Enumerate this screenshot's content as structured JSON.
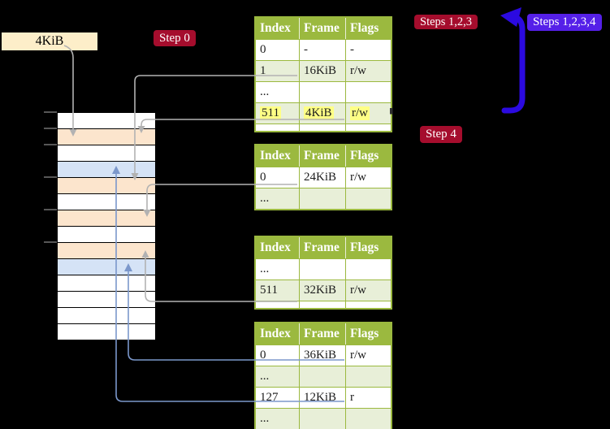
{
  "frame_label": {
    "text": "4KiB"
  },
  "step_labels": {
    "step0": "Step 0",
    "steps123": "Steps 1,2,3",
    "steps1234": "Steps 1,2,3,4",
    "step4": "Step 4"
  },
  "colors": {
    "badge_red": "#a50d2d",
    "badge_blue": "#5520e8",
    "big_arrow_blue": "#2b0ae0",
    "connector_gray": "#b2b2b2",
    "connector_blue": "#7b97cb",
    "table_header_green": "#9bb93f",
    "table_row_green": "#e8efd8",
    "highlight_yellow": "#feff85",
    "memory_peach": "#fce5cd",
    "memory_blue": "#d5e3f6",
    "frame_label_bg": "#fdeec9"
  },
  "memory": {
    "rows": [
      "white",
      "peach",
      "white",
      "blue",
      "peach",
      "white",
      "peach",
      "white",
      "peach",
      "blue",
      "white",
      "white",
      "white",
      "white"
    ]
  },
  "tables": [
    {
      "headers": [
        "Index",
        "Frame",
        "Flags"
      ],
      "rows": [
        {
          "cells": [
            "0",
            "-",
            "-"
          ]
        },
        {
          "cells": [
            "1",
            "16KiB",
            "r/w"
          ]
        },
        {
          "cells": [
            "...",
            "",
            ""
          ]
        },
        {
          "cells": [
            "511",
            "4KiB",
            "r/w"
          ],
          "highlight": true
        }
      ]
    },
    {
      "headers": [
        "Index",
        "Frame",
        "Flags"
      ],
      "rows": [
        {
          "cells": [
            "0",
            "24KiB",
            "r/w"
          ]
        },
        {
          "cells": [
            "...",
            "",
            ""
          ]
        }
      ]
    },
    {
      "headers": [
        "Index",
        "Frame",
        "Flags"
      ],
      "rows": [
        {
          "cells": [
            "...",
            "",
            ""
          ]
        },
        {
          "cells": [
            "511",
            "32KiB",
            "r/w"
          ]
        }
      ]
    },
    {
      "headers": [
        "Index",
        "Frame",
        "Flags"
      ],
      "rows": [
        {
          "cells": [
            "0",
            "36KiB",
            "r/w"
          ]
        },
        {
          "cells": [
            "...",
            "",
            ""
          ]
        },
        {
          "cells": [
            "127",
            "12KiB",
            "r"
          ]
        },
        {
          "cells": [
            "...",
            "",
            ""
          ]
        }
      ]
    }
  ]
}
